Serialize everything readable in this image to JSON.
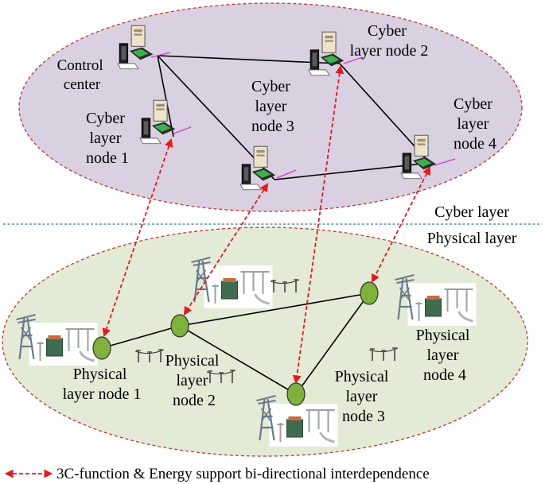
{
  "layers": {
    "cyber_label": "Cyber layer",
    "physical_label": "Physical layer"
  },
  "cyber_nodes": {
    "control_center": [
      "Control",
      "center"
    ],
    "node1": [
      "Cyber",
      "layer",
      "node 1"
    ],
    "node2": [
      "Cyber",
      "layer node 2"
    ],
    "node3": [
      "Cyber",
      "layer",
      "node 3"
    ],
    "node4": [
      "Cyber",
      "layer",
      "node 4"
    ]
  },
  "physical_nodes": {
    "node1": [
      "Physical",
      "layer node 1"
    ],
    "node2": [
      "Physical",
      "layer",
      "node 2"
    ],
    "node3": [
      "Physical",
      "layer",
      "node 3"
    ],
    "node4": [
      "Physical",
      "layer",
      "node 4"
    ]
  },
  "legend": {
    "text": "3C-function & Energy support bi-directional interdependence"
  },
  "colors": {
    "cyber_fill": "#d9d0e2",
    "physical_fill": "#e3ead6",
    "ellipse_border": "#c0392b",
    "divider": "#2e75b6",
    "interdependence_arrow": "#e41a1c",
    "physical_node_fill": "#7fb13b",
    "link": "#000000"
  },
  "icons": [
    "computer-icon",
    "transformer-icon",
    "power-line-icon",
    "substation-icon"
  ]
}
